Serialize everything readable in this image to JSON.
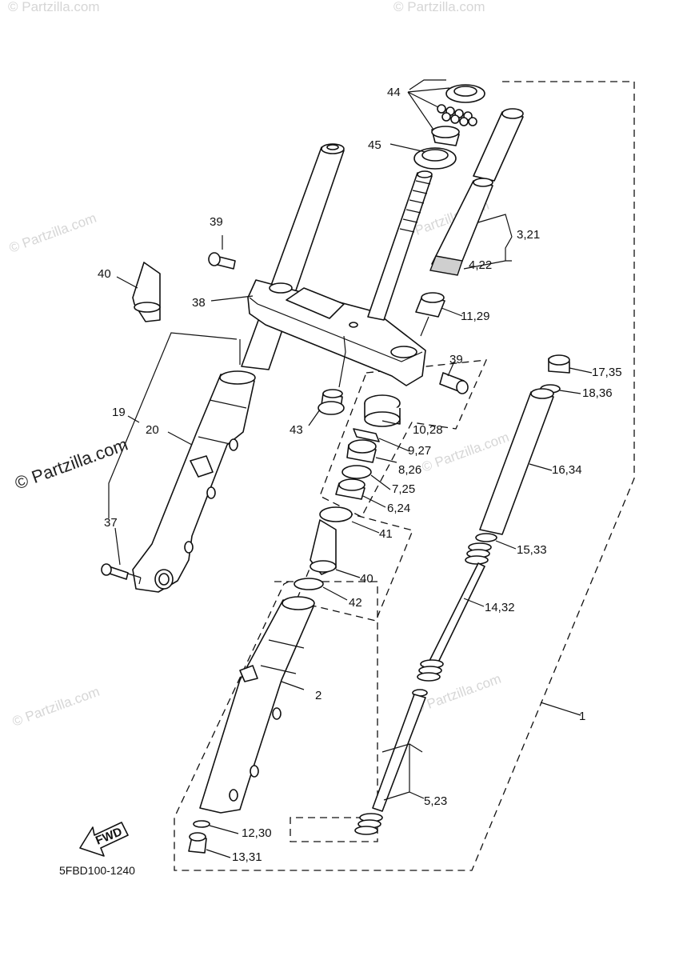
{
  "diagram": {
    "code": "5FBD100-1240",
    "fwd_label": "FWD",
    "watermarks": [
      "© Partzilla.com",
      "© Partzilla.com",
      "© Partzilla.com",
      "© Partzilla.com",
      "© Partzilla.com",
      "© Partzilla.com",
      "© Partzilla.com"
    ],
    "watermark_dark": "© Partzilla.com",
    "callouts": [
      "1",
      "2",
      "3,21",
      "4,22",
      "5,23",
      "6,24",
      "7,25",
      "8,26",
      "9,27",
      "10,28",
      "11,29",
      "12,30",
      "13,31",
      "14,32",
      "15,33",
      "16,34",
      "17,35",
      "18,36",
      "19",
      "20",
      "37",
      "38",
      "39",
      "39",
      "40",
      "40",
      "41",
      "42",
      "43",
      "44",
      "45"
    ]
  }
}
